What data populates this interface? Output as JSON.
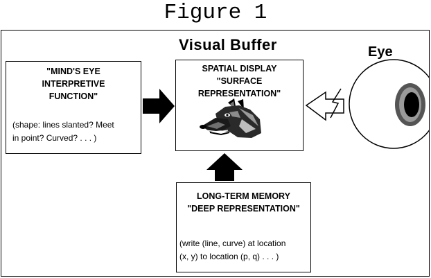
{
  "figure_title": "Figure 1",
  "visual_buffer_label": "Visual Buffer",
  "eye_label": "Eye",
  "mind_box": {
    "heading_lines": [
      "\"MIND'S EYE",
      "INTERPRETIVE",
      "FUNCTION\""
    ],
    "note_lines": [
      "(shape: lines slanted? Meet",
      "in point? Curved? . . . )"
    ]
  },
  "spatial_box": {
    "heading_lines": [
      "SPATIAL DISPLAY",
      "\"SURFACE",
      "REPRESENTATION\""
    ],
    "image_icon": "wolf-head-icon"
  },
  "memory_box": {
    "heading_lines": [
      "LONG-TERM MEMORY",
      "\"DEEP REPRESENTATION\""
    ],
    "note_lines": [
      "(write (line, curve) at location",
      "(x, y) to location (p, q) . . . )"
    ]
  },
  "icons": [
    "right-arrow-icon",
    "up-arrow-icon",
    "left-arrow-icon",
    "lightning-icon",
    "eyeball-icon",
    "wolf-head-icon"
  ],
  "colors": {
    "ink": "#000000",
    "paper": "#ffffff",
    "iris": "#6b6b6b"
  }
}
